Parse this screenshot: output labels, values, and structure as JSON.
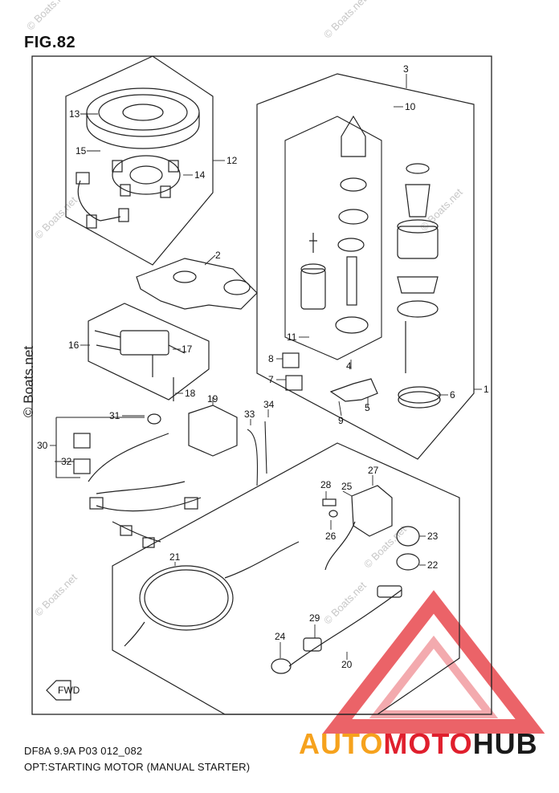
{
  "figure": {
    "title": "FIG.82",
    "caption_code": "DF8A 9.9A P03 012_082",
    "caption_name": "OPT:STARTING MOTOR (MANUAL STARTER)"
  },
  "watermarks": {
    "site": "© Boats.net",
    "side": "© Boats.net"
  },
  "brand": {
    "part1": "AUTO",
    "part2": "MOTO",
    "part3": "HUB",
    "colors": {
      "auto": "#f6a21d",
      "moto": "#e01f2d",
      "hub": "#1a1a1a",
      "logo_triangle": "#e8484e"
    }
  },
  "fwd_icon": "FWD",
  "callouts": [
    "1",
    "2",
    "3",
    "4",
    "5",
    "6",
    "7",
    "8",
    "9",
    "10",
    "11",
    "12",
    "13",
    "14",
    "15",
    "16",
    "17",
    "18",
    "19",
    "20",
    "21",
    "22",
    "23",
    "24",
    "25",
    "26",
    "27",
    "28",
    "29",
    "30",
    "31",
    "32",
    "33",
    "34"
  ]
}
